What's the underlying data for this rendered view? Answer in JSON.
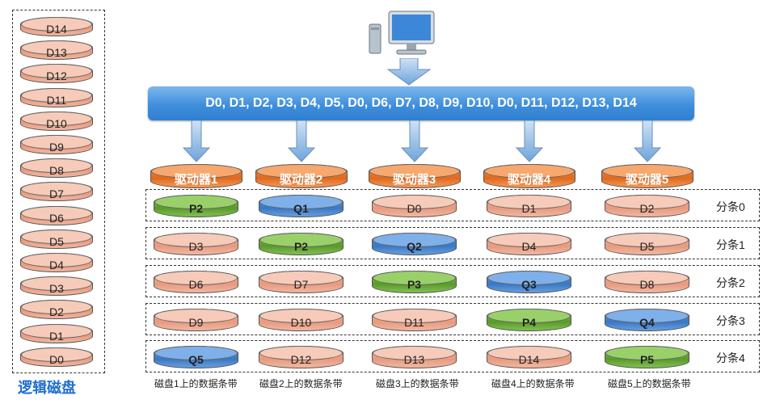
{
  "logical_disk": {
    "title": "逻辑磁盘",
    "blocks": [
      "D14",
      "D13",
      "D12",
      "D11",
      "D10",
      "D9",
      "D8",
      "D7",
      "D6",
      "D5",
      "D4",
      "D3",
      "D2",
      "D1",
      "D0"
    ]
  },
  "bus": {
    "text": "D0, D1, D2, D3, D4, D5, D0, D6, D7, D8, D9, D10, D0, D11, D12, D13, D14"
  },
  "drives": [
    "驱动器1",
    "驱动器2",
    "驱动器3",
    "驱动器4",
    "驱动器5"
  ],
  "stripes": [
    {
      "label": "分条0",
      "cells": [
        "P2",
        "Q1",
        "D0",
        "D1",
        "D2"
      ]
    },
    {
      "label": "分条1",
      "cells": [
        "D3",
        "P2",
        "Q2",
        "D4",
        "D5"
      ]
    },
    {
      "label": "分条2",
      "cells": [
        "D6",
        "D7",
        "P3",
        "Q3",
        "D8"
      ]
    },
    {
      "label": "分条3",
      "cells": [
        "D9",
        "D10",
        "D11",
        "P4",
        "Q4"
      ]
    },
    {
      "label": "分条4",
      "cells": [
        "Q5",
        "D12",
        "D13",
        "D14",
        "P5"
      ]
    }
  ],
  "captions": [
    "磁盘1上的数据条带",
    "磁盘2上的数据条带",
    "磁盘3上的数据条带",
    "磁盘4上的数据条带",
    "磁盘5上的数据条带"
  ],
  "colors": {
    "data": "#e89a7f",
    "parity_p": "#5a9a2c",
    "parity_q": "#3a78c4",
    "drive": "#e06a1e",
    "bus": "#3f8fdb",
    "title": "#1f6fcf"
  },
  "icons": {
    "computer": "computer-icon"
  }
}
